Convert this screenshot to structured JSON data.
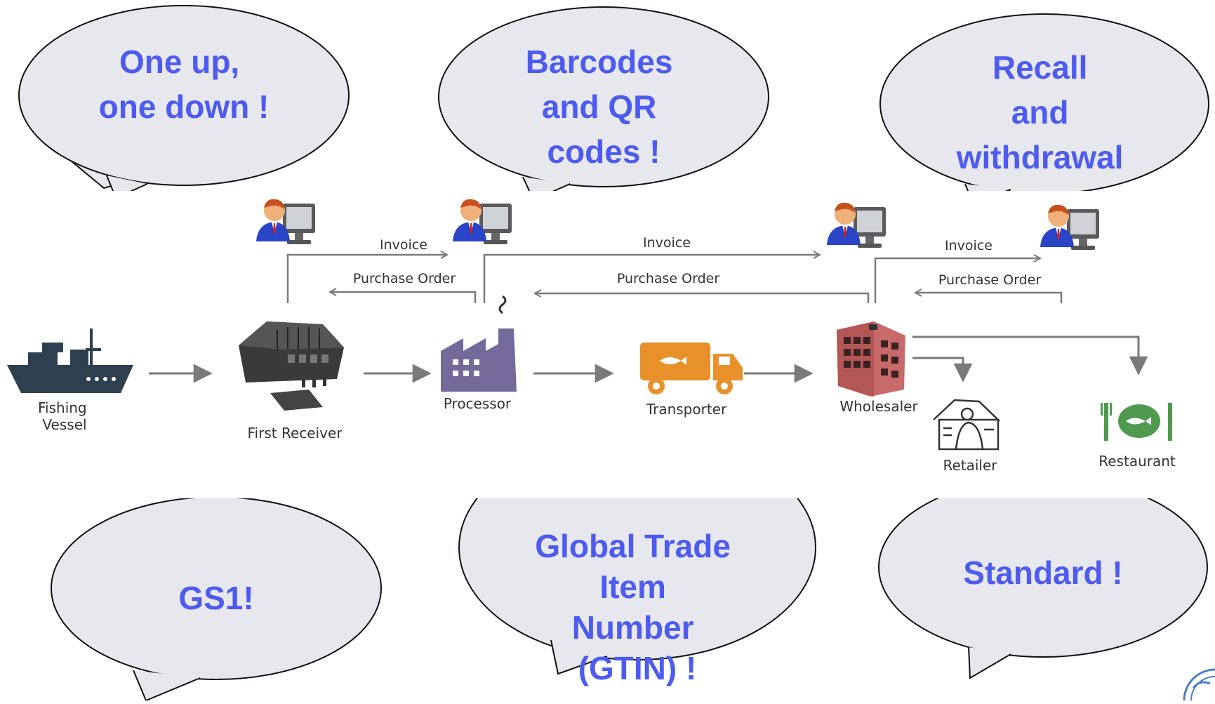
{
  "bubbles": {
    "one_up": [
      "One up,",
      "one down !"
    ],
    "barcodes": [
      "Barcodes",
      "and QR",
      "codes !"
    ],
    "recall": [
      "Recall",
      "and",
      "withdrawal",
      "!"
    ],
    "gs1": [
      "GS1!"
    ],
    "gtin": [
      "Global Trade",
      "Item",
      "Number",
      "(GTIN) !"
    ],
    "standard": [
      "Standard !"
    ]
  },
  "nodes": {
    "fishing_vessel": [
      "Fishing",
      "Vessel"
    ],
    "first_receiver": "First Receiver",
    "processor": "Processor",
    "transporter": "Transporter",
    "wholesaler": "Wholesaler",
    "retailer": "Retailer",
    "restaurant": "Restaurant"
  },
  "flows": {
    "invoice": "Invoice",
    "purchase_order": "Purchase Order"
  },
  "icons": {
    "vessel": "ship-icon",
    "receiver": "warehouse-icon",
    "processor": "factory-icon",
    "transporter": "truck-icon",
    "wholesaler": "building-icon",
    "retailer": "shop-icon",
    "restaurant": "plate-icon",
    "user": "user-computer-icon"
  },
  "colors": {
    "bubble_fill": "#e7e7ee",
    "bubble_text": "#4d5bf0",
    "arrow": "#7a7a7a",
    "vessel": "#2e3f50",
    "processor": "#75699a",
    "truck": "#e8912a",
    "wholesaler": "#c96a6a",
    "restaurant": "#4f9a4f"
  }
}
